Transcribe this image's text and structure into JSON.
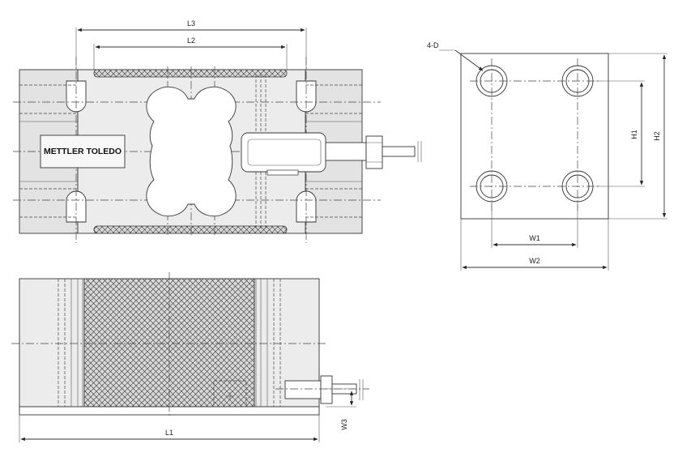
{
  "brand": "METTLER TOLEDO",
  "dimensions": {
    "L1": "L1",
    "L2": "L2",
    "L3": "L3",
    "W1": "W1",
    "W2": "W2",
    "W3": "W3",
    "H1": "H1",
    "H2": "H2",
    "holes": "4-D"
  }
}
